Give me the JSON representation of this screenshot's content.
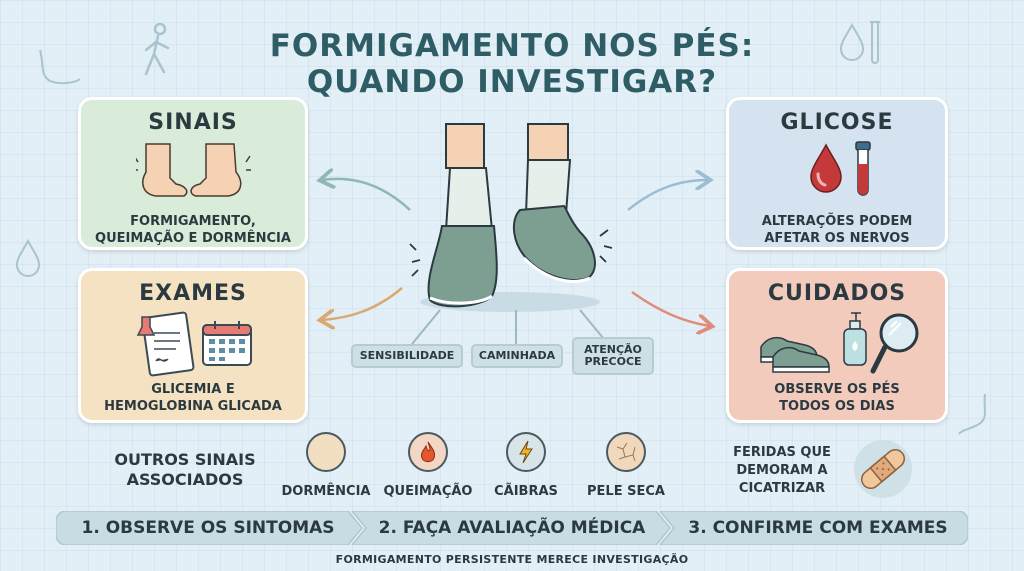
{
  "title": {
    "line1": "FORMIGAMENTO NOS PÉS:",
    "line2": "QUANDO INVESTIGAR?"
  },
  "cards": {
    "sinais": {
      "title": "SINAIS",
      "text1": "FORMIGAMENTO,",
      "text2": "QUEIMAÇÃO E DORMÊNCIA"
    },
    "exames": {
      "title": "EXAMES",
      "text1": "GLICEMIA E",
      "text2": "HEMOGLOBINA GLICADA"
    },
    "glicose": {
      "title": "GLICOSE",
      "text1": "ALTERAÇÕES PODEM",
      "text2": "AFETAR OS NERVOS"
    },
    "cuidados": {
      "title": "CUIDADOS",
      "text1": "OBSERVE OS PÉS",
      "text2": "TODOS OS DIAS"
    }
  },
  "center_tags": {
    "sensibilidade": "SENSIBILIDADE",
    "caminhada": "CAMINHADA",
    "atencao1": "ATENÇÃO",
    "atencao2": "PRECOCE"
  },
  "other_signs": {
    "title1": "OUTROS SINAIS",
    "title2": "ASSOCIADOS",
    "items": [
      "DORMÊNCIA",
      "QUEIMAÇÃO",
      "CÃIBRAS",
      "PELE SECA"
    ]
  },
  "feridas": {
    "line1": "FERIDAS QUE",
    "line2": "DEMORAM A",
    "line3": "CICATRIZAR"
  },
  "steps": [
    "1. OBSERVE OS SINTOMAS",
    "2. FAÇA AVALIAÇÃO MÉDICA",
    "3. CONFIRME COM EXAMES"
  ],
  "footer": "FORMIGAMENTO PERSISTENTE MERECE INVESTIGAÇÃO",
  "colors": {
    "title": "#2f5d66",
    "sinais": "#d9ecd9",
    "exames": "#f5e2c3",
    "glicose": "#d4e3ef",
    "cuidados": "#f2cbbd",
    "shoe": "#7d9f92",
    "sock": "#e6efe9"
  },
  "icons": [
    "bare-feet-icon",
    "lab-report-icon",
    "calendar-icon",
    "blood-drop-icon",
    "test-tube-icon",
    "sneakers-icon",
    "lotion-bottle-icon",
    "mirror-icon",
    "flame-icon",
    "lightning-icon",
    "bandage-icon"
  ]
}
